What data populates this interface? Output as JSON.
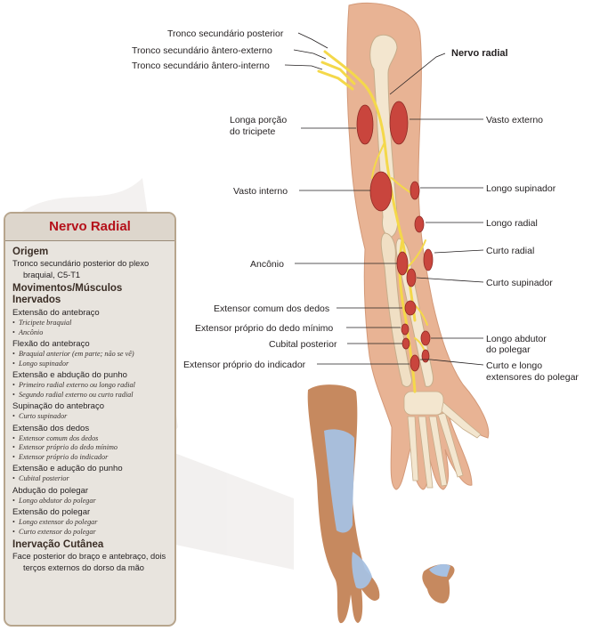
{
  "labels": {
    "tronco_posterior": "Tronco secundário posterior",
    "tronco_antero_externo": "Tronco secundário ântero-externo",
    "tronco_antero_interno": "Tronco secundário ântero-interno",
    "nervo_radial": "Nervo radial",
    "longa_porcao_1": "Longa porção",
    "longa_porcao_2": "do tricipete",
    "vasto_externo": "Vasto externo",
    "vasto_interno": "Vasto interno",
    "longo_supinador": "Longo supinador",
    "longo_radial": "Longo radial",
    "curto_radial": "Curto radial",
    "anconio": "Ancônio",
    "curto_supinador": "Curto supinador",
    "extensor_comum": "Extensor comum dos dedos",
    "extensor_minimo": "Extensor próprio do dedo mínimo",
    "cubital_posterior": "Cubital posterior",
    "longo_abdutor_1": "Longo abdutor",
    "longo_abdutor_2": "do polegar",
    "extensor_indicador": "Extensor próprio do indicador",
    "curto_longo_1": "Curto e longo",
    "curto_longo_2": "extensores do polegar"
  },
  "info": {
    "title": "Nervo Radial",
    "origem_h": "Origem",
    "origem_t1": "Tronco secundário posterior do plexo",
    "origem_t2": "braquial, C5-T1",
    "mov_h": "Movimentos/Músculos Inervados",
    "groups": [
      {
        "h": "Extensão do antebraço",
        "items": [
          "Tricipete braquial",
          "Ancônio"
        ]
      },
      {
        "h": "Flexão do antebraço",
        "items": [
          "Braquial anterior (em parte; não se vê)",
          "Longo supinador"
        ]
      },
      {
        "h": "Extensão e abdução do punho",
        "items": [
          "Primeiro radial externo ou longo radial",
          "Segundo radial externo ou curto radial"
        ]
      },
      {
        "h": "Supinação do antebraço",
        "items": [
          "Curto supinador"
        ]
      },
      {
        "h": "Extensão dos dedos",
        "items": [
          "Extensor comum dos dedos",
          "Extensor próprio do dedo mínimo",
          "Extensor próprio do indicador"
        ]
      },
      {
        "h": "Extensão e adução do punho",
        "items": [
          "Cubital posterior"
        ]
      },
      {
        "h": "Abdução do polegar",
        "items": [
          "Longo abdutor do polegar"
        ]
      },
      {
        "h": "Extensão do polegar",
        "items": [
          "Longo extensor do polegar",
          "Curto extensor do polegar"
        ]
      }
    ],
    "cut_h": "Inervação Cutânea",
    "cut_t1": "Face posterior do braço e antebraço, dois",
    "cut_t2": "terços externos do dorso da mão"
  },
  "colors": {
    "skin": "#e8b394",
    "bone": "#f3e6cf",
    "muscle": "#c9453d",
    "nerve": "#f4d84a",
    "cutaneous": "#a7c1e2",
    "title_red": "#b5111a"
  }
}
